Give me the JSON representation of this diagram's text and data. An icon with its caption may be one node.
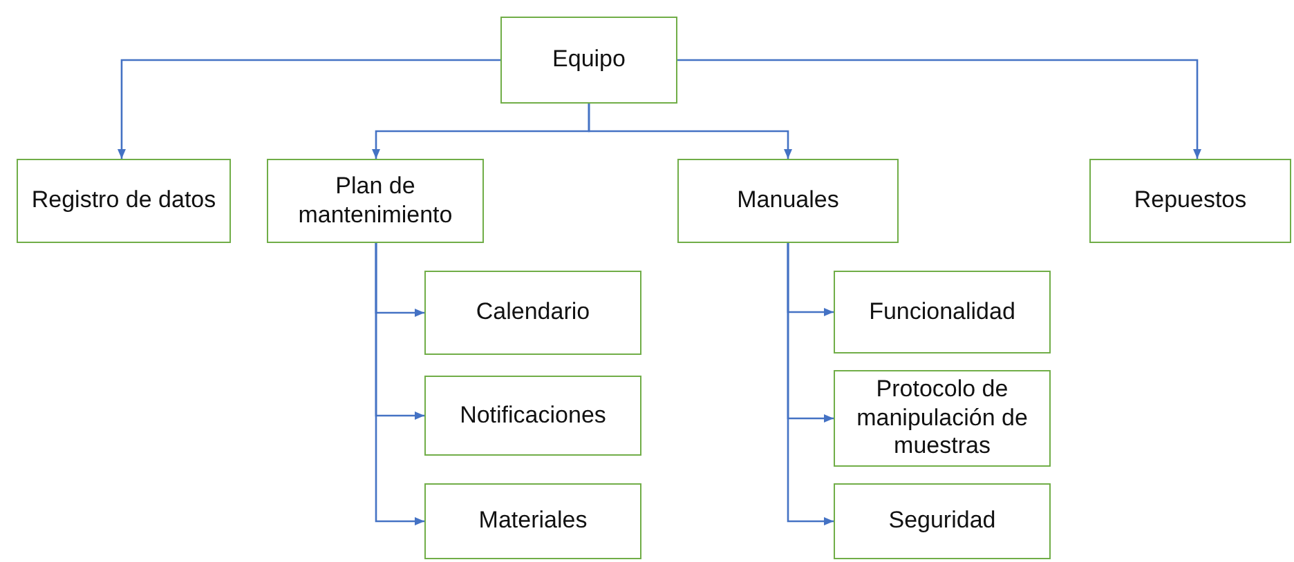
{
  "diagram": {
    "nodes": [
      {
        "text": [
          "Equipo"
        ]
      },
      {
        "text": [
          "Registro de datos"
        ]
      },
      {
        "text": [
          "Plan de mantenimiento"
        ]
      },
      {
        "text": [
          "Manuales"
        ]
      },
      {
        "text": [
          "Repuestos"
        ]
      },
      {
        "text": [
          "Calendario"
        ]
      },
      {
        "text": [
          "Notificaciones"
        ]
      },
      {
        "text": [
          "Materiales"
        ]
      },
      {
        "text": [
          "Funcionalidad"
        ]
      },
      {
        "text": [
          "Protocolo de manipulación de muestras"
        ]
      },
      {
        "text": [
          "Seguridad"
        ]
      }
    ],
    "edges": [
      {
        "from": 0,
        "to": 1,
        "arrow": "to"
      },
      {
        "from": 0,
        "to": 2,
        "arrow": "to"
      },
      {
        "from": 0,
        "to": 3,
        "arrow": "to"
      },
      {
        "from": 0,
        "to": 4,
        "arrow": "to"
      },
      {
        "from": 2,
        "to": 5,
        "arrow": "to"
      },
      {
        "from": 2,
        "to": 6,
        "arrow": "to"
      },
      {
        "from": 2,
        "to": 7,
        "arrow": "to"
      },
      {
        "from": 3,
        "to": 8,
        "arrow": "to"
      },
      {
        "from": 3,
        "to": 9,
        "arrow": "to"
      },
      {
        "from": 3,
        "to": 10,
        "arrow": "to"
      }
    ]
  }
}
